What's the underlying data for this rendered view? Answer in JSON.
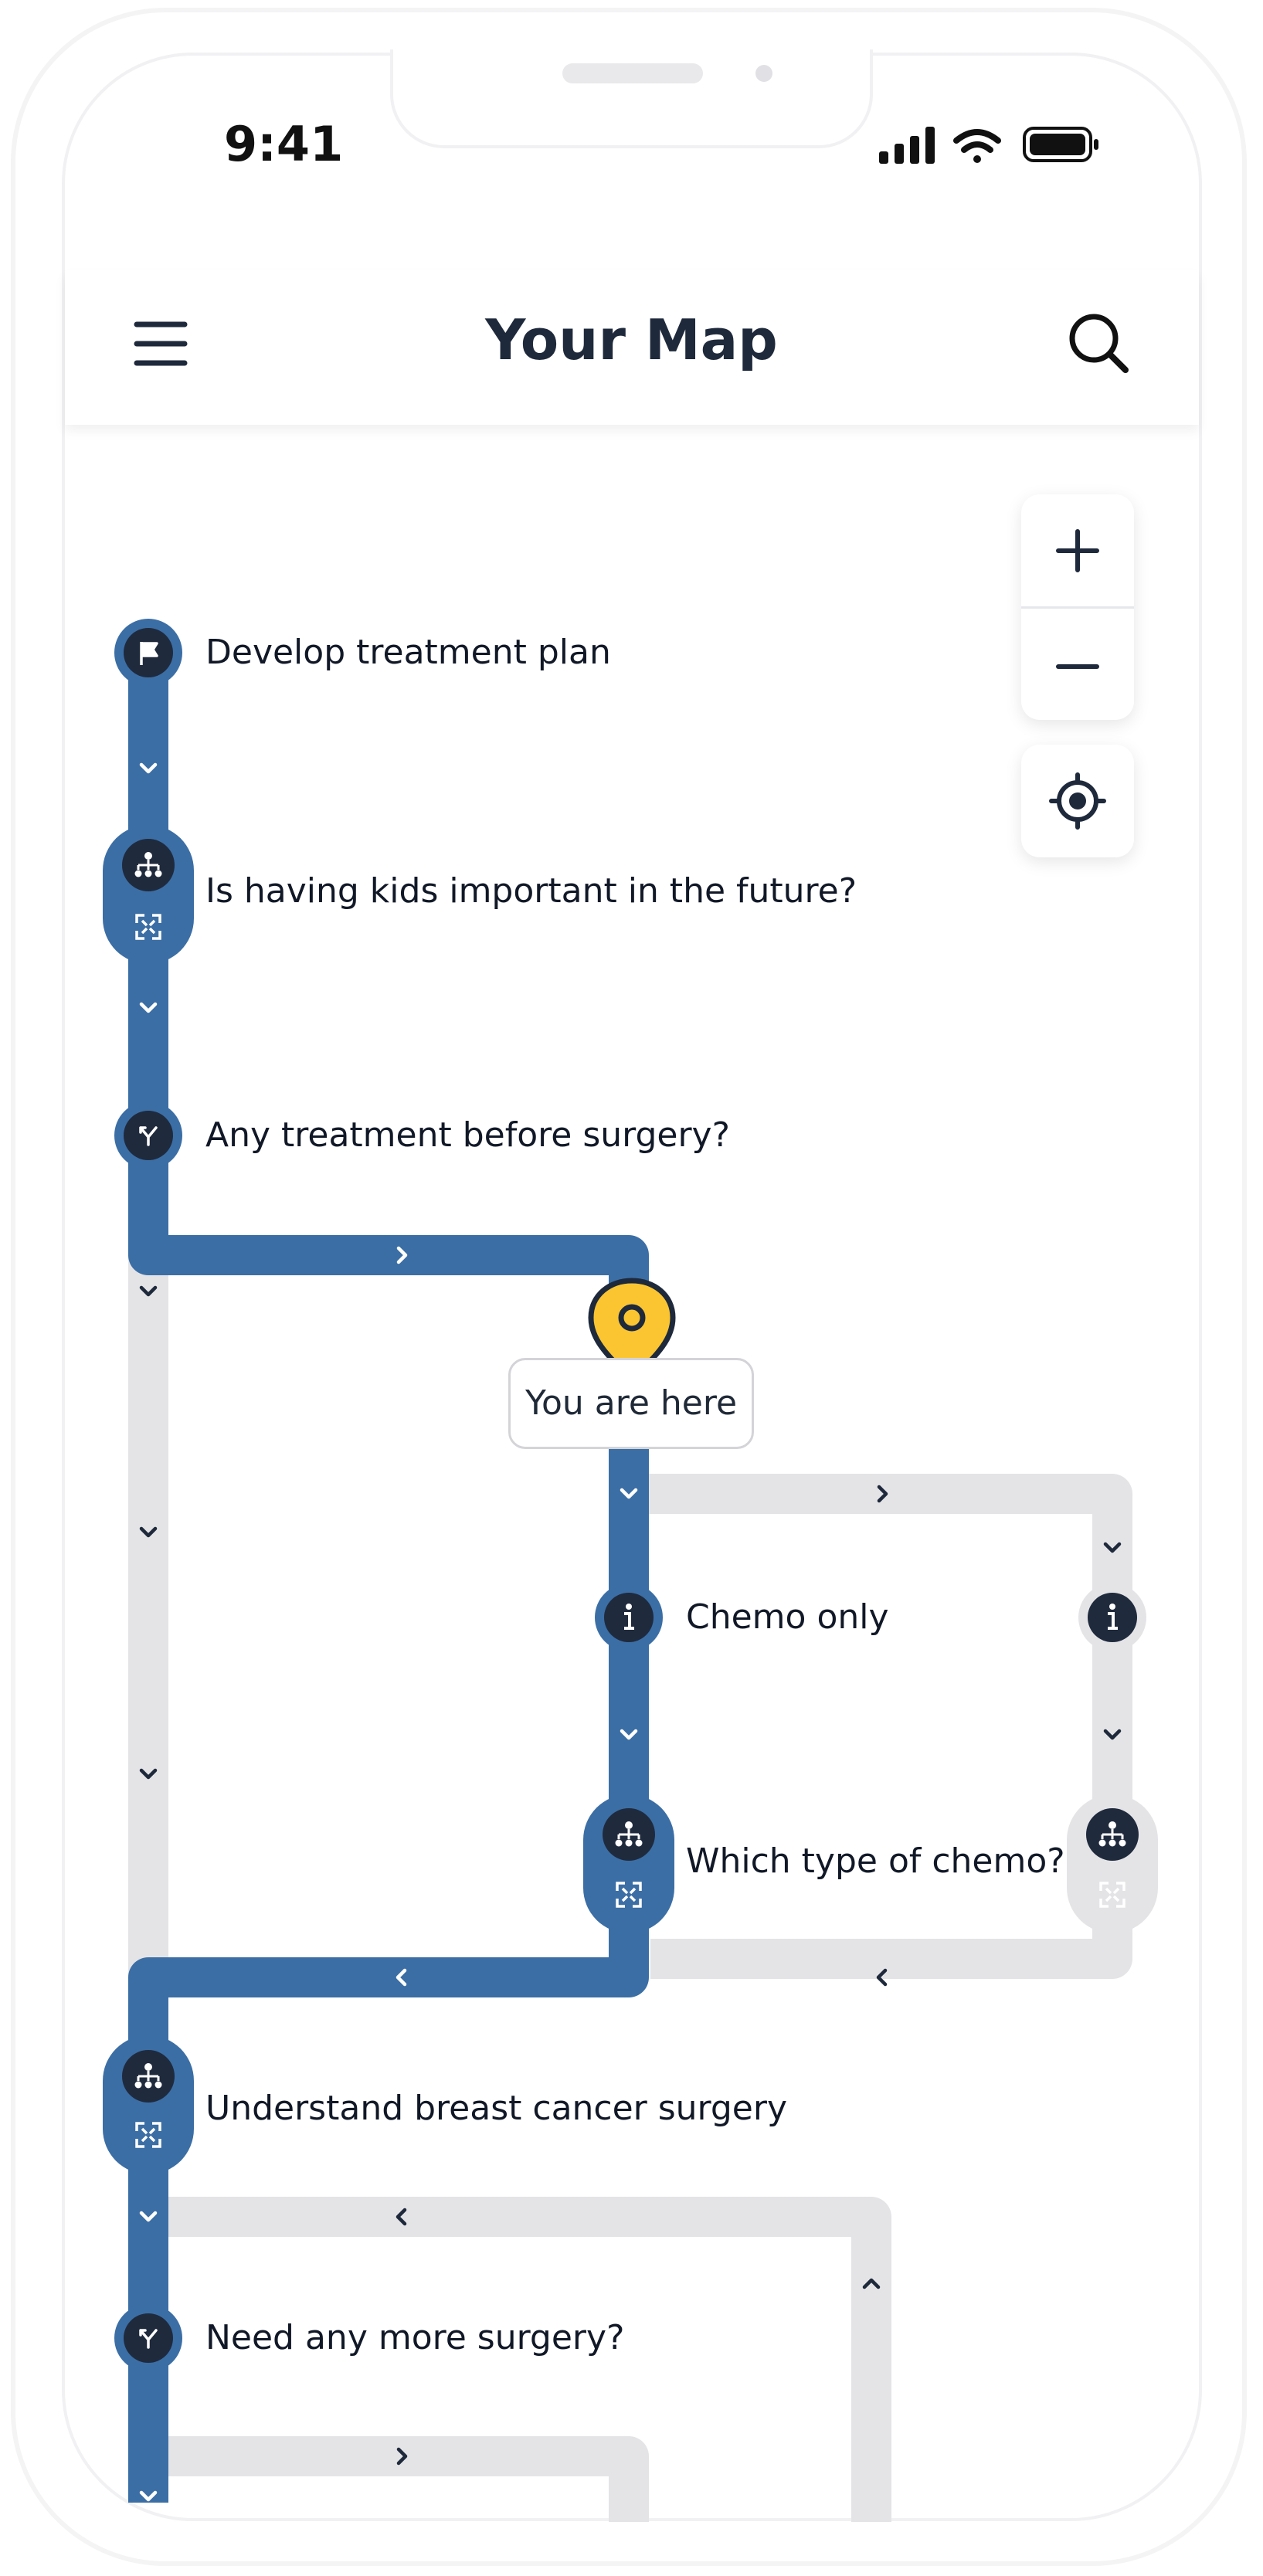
{
  "status_bar": {
    "time": "9:41"
  },
  "header": {
    "title": "Your Map"
  },
  "icons": {
    "menu": "hamburger-icon",
    "search": "search-icon",
    "zoom_in": "plus-icon",
    "zoom_out": "minus-icon",
    "locate": "crosshair-icon",
    "pin": "map-pin-icon"
  },
  "map": {
    "nodes": [
      {
        "label": "Develop treatment plan",
        "icon": "flag-icon"
      },
      {
        "label": "Is having kids important in the future?",
        "icon": "hierarchy-icon"
      },
      {
        "label": "Any treatment before surgery?",
        "icon": "fork-icon"
      },
      {
        "label": "Chemo only",
        "icon": "info-icon"
      },
      {
        "label": "Which type of chemo?",
        "icon": "hierarchy-icon"
      },
      {
        "label": "Understand breast cancer surgery",
        "icon": "hierarchy-icon"
      },
      {
        "label": "Need any more surgery?",
        "icon": "fork-icon"
      }
    ],
    "current_location": "You are here"
  },
  "colors": {
    "active_path": "#3b6ea5",
    "inactive_path": "#e4e4e7",
    "node_fill": "#1f2a3d",
    "pin": "#fbc531",
    "text": "#111827"
  }
}
